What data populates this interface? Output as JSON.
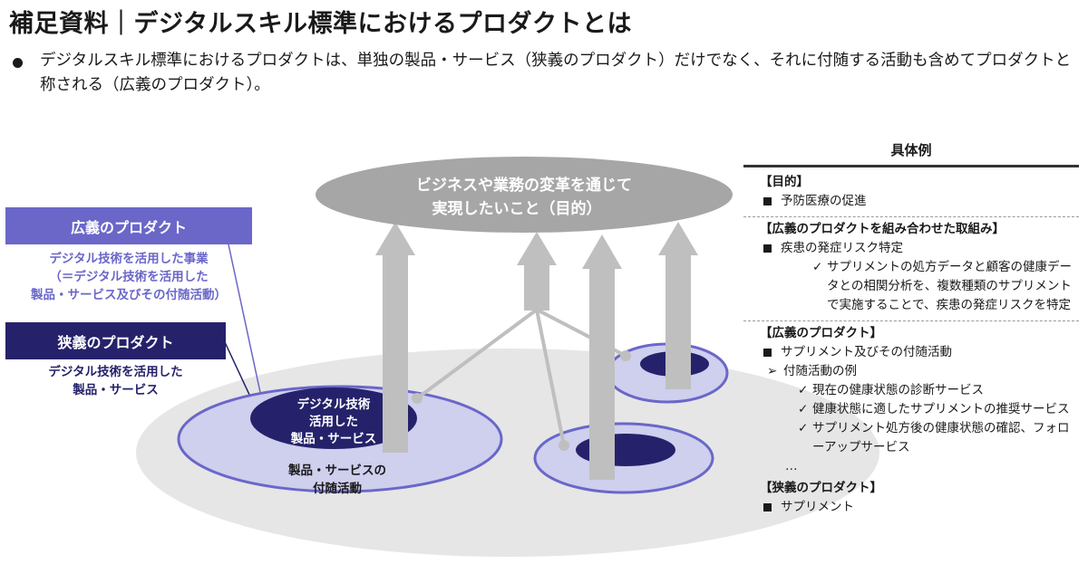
{
  "title": "補足資料｜デジタルスキル標準におけるプロダクトとは",
  "bullet": "デジタルスキル標準におけるプロダクトは、単独の製品・サービス（狭義のプロダクト）だけでなく、それに付随する活動も含めてプロダクトと称される（広義のプロダクト）。",
  "diagram": {
    "goal_line1": "ビジネスや業務の変革を通じて",
    "goal_line2": "実現したいこと（目的）",
    "broad_label": "広義のプロダクト",
    "broad_desc_1": "デジタル技術を活用した事業",
    "broad_desc_2": "（＝デジタル技術を活用した",
    "broad_desc_3": "製品・サービス及びその付随活動）",
    "narrow_label": "狭義のプロダクト",
    "narrow_desc_1": "デジタル技術を活用した",
    "narrow_desc_2": "製品・サービス",
    "core_line1": "デジタル技術",
    "core_line2": "活用した",
    "core_line3": "製品・サービス",
    "ring_line1": "製品・サービスの",
    "ring_line2": "付随活動",
    "colors": {
      "broad": "#6a67c9",
      "narrow": "#25226b",
      "ring_fill": "#cfcfee",
      "goal": "#a6a6a6",
      "arrow": "#bfbfbf",
      "platform": "#e6e6e6"
    }
  },
  "examples": {
    "header": "具体例",
    "s1_title": "【目的】",
    "s1_item": "予防医療の促進",
    "s2_title": "【広義のプロダクトを組み合わせた取組み】",
    "s2_item": "疾患の発症リスク特定",
    "s2_check": "サプリメントの処方データと顧客の健康データとの相関分析を、複数種類のサプリメントで実施することで、疾患の発症リスクを特定",
    "s3_title": "【広義のプロダクト】",
    "s3_item": "サプリメント及びその付随活動",
    "s3_sub": "付随活動の例",
    "s3_c1": "現在の健康状態の診断サービス",
    "s3_c2": "健康状態に適したサプリメントの推奨サービス",
    "s3_c3": "サプリメント処方後の健康状態の確認、フォローアップサービス",
    "s3_dots": "…",
    "s4_title": "【狭義のプロダクト】",
    "s4_item": "サプリメント"
  }
}
